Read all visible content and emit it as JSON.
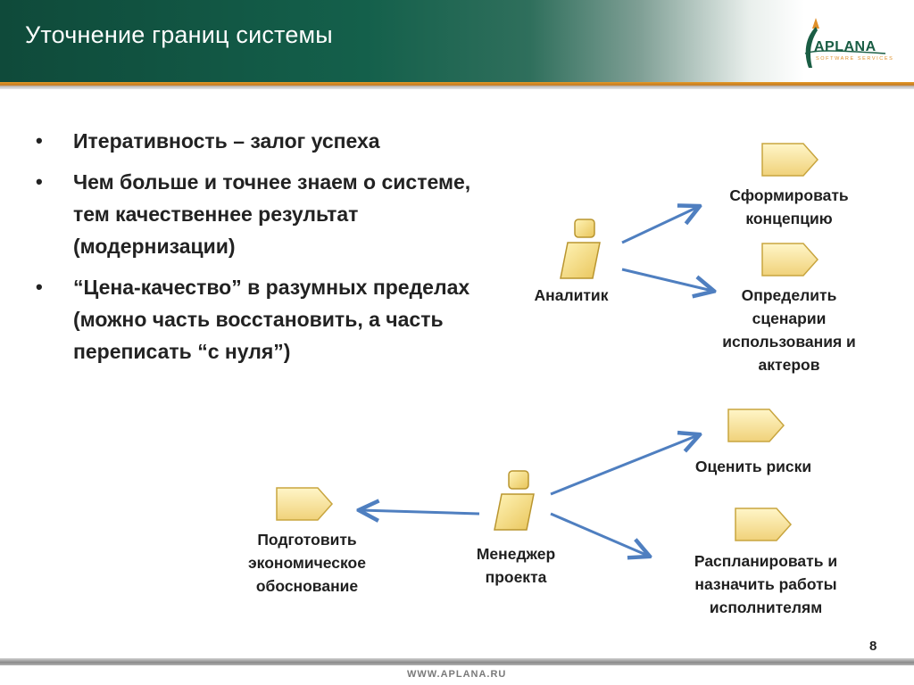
{
  "header": {
    "title": "Уточнение границ системы",
    "logo_text": "APLANA",
    "logo_subtitle": "SOFTWARE SERVICES"
  },
  "bullets": [
    "Итеративность – залог успеха",
    "Чем больше и точнее знаем о системе, тем качественнее результат (модернизации)",
    "“Цена-качество” в разумных пределах (можно часть восстановить, а часть переписать “с нуля”)"
  ],
  "actors": {
    "analyst": "Аналитик",
    "manager": "Менеджер проекта"
  },
  "use_cases": {
    "concept": "Сформировать концепцию",
    "scenarios": "Определить сценарии использования и актеров",
    "risks": "Оценить риски",
    "economics": "Подготовить экономическое обоснование",
    "plan": "Распланировать и назначить работы исполнителям"
  },
  "colors": {
    "header_green": "#14604b",
    "accent_orange": "#e39a2a",
    "arrow_blue": "#4f7fc0",
    "actor_fill": "#f6e08a",
    "usecase_fill": "#f7e39a"
  },
  "footer": {
    "page_number": "8",
    "url": "WWW.APLANA.RU"
  }
}
